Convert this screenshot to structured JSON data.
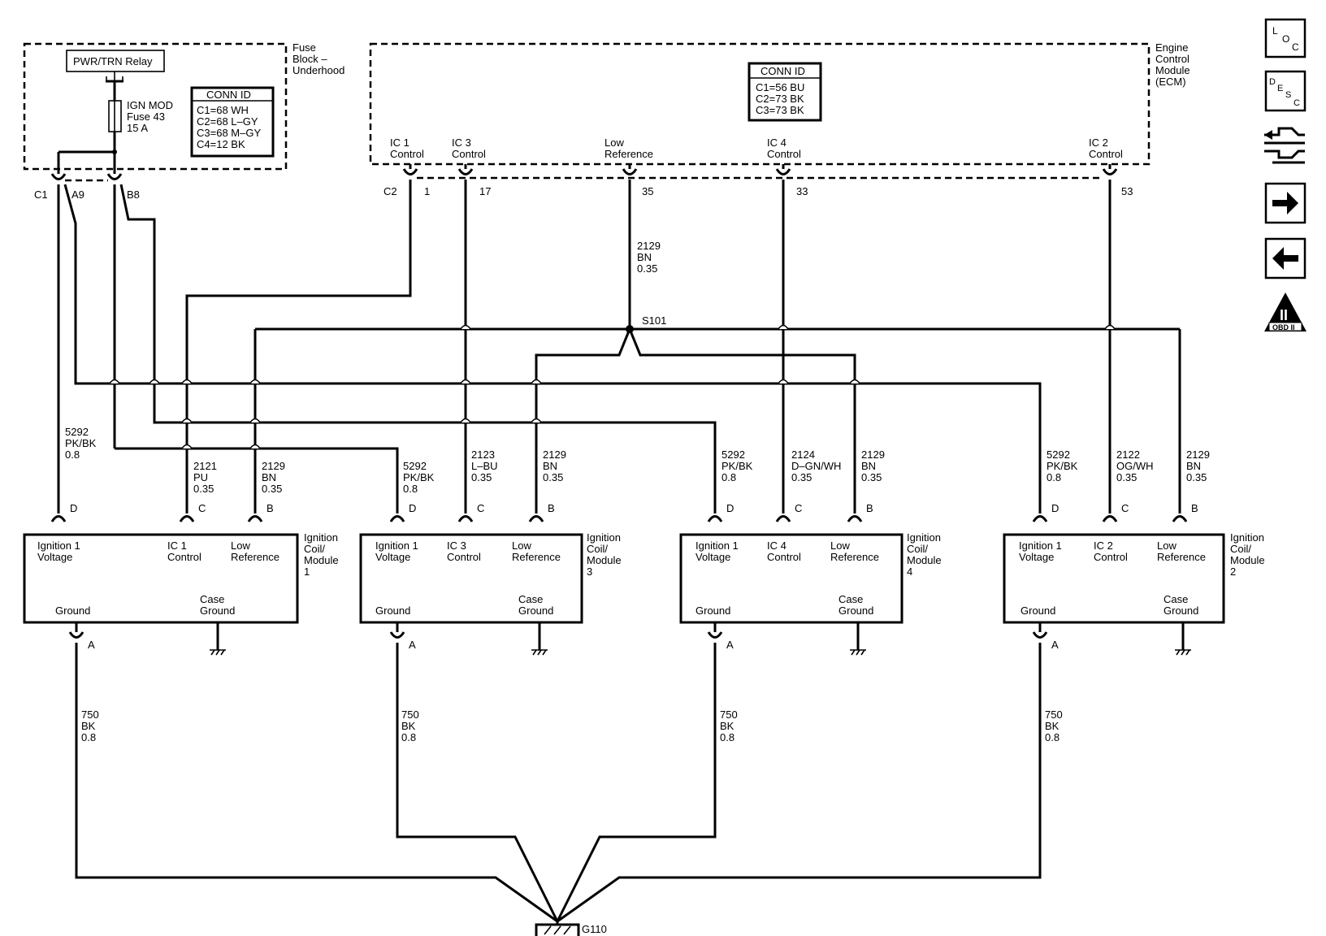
{
  "fuse_block": {
    "label": [
      "Fuse",
      "Block –",
      "Underhood"
    ],
    "relay": "PWR/TRN Relay",
    "fuse": [
      "IGN MOD",
      "Fuse 43",
      "15 A"
    ],
    "conn_title": "CONN ID",
    "conn_rows": [
      "C1=68 WH",
      "C2=68 L–GY",
      "C3=68 M–GY",
      "C4=12 BK"
    ],
    "pins": {
      "c1": "C1",
      "a9": "A9",
      "b8": "B8"
    }
  },
  "ecm": {
    "label": [
      "Engine",
      "Control",
      "Module",
      "(ECM)"
    ],
    "conn_title": "CONN ID",
    "conn_rows": [
      "C1=56 BU",
      "C2=73 BK",
      "C3=73 BK"
    ],
    "connector": "C2",
    "terminals": [
      {
        "name": [
          "IC 1",
          "Control"
        ],
        "pin": "1"
      },
      {
        "name": [
          "IC 3",
          "Control"
        ],
        "pin": "17"
      },
      {
        "name": [
          "Low",
          "Reference"
        ],
        "pin": "35"
      },
      {
        "name": [
          "IC 4",
          "Control"
        ],
        "pin": "33"
      },
      {
        "name": [
          "IC 2",
          "Control"
        ],
        "pin": "53"
      }
    ]
  },
  "low_ref_trunk": [
    "2129",
    "BN",
    "0.35"
  ],
  "splice": "S101",
  "coils": [
    {
      "title": [
        "Ignition",
        "Coil/",
        "Module",
        "1"
      ],
      "inputs": [
        [
          "Ignition 1",
          "Voltage"
        ],
        [
          "IC 1",
          "Control"
        ],
        [
          "Low",
          "Reference"
        ]
      ],
      "pins": [
        "D",
        "C",
        "B"
      ],
      "wires": [
        [
          "5292",
          "PK/BK",
          "0.8"
        ],
        [
          "2121",
          "PU",
          "0.35"
        ],
        [
          "2129",
          "BN",
          "0.35"
        ]
      ],
      "ground": "Ground",
      "case_ground": [
        "Case",
        "Ground"
      ],
      "ground_pin": "A"
    },
    {
      "title": [
        "Ignition",
        "Coil/",
        "Module",
        "3"
      ],
      "inputs": [
        [
          "Ignition 1",
          "Voltage"
        ],
        [
          "IC 3",
          "Control"
        ],
        [
          "Low",
          "Reference"
        ]
      ],
      "pins": [
        "D",
        "C",
        "B"
      ],
      "wires": [
        [
          "5292",
          "PK/BK",
          "0.8"
        ],
        [
          "2123",
          "L–BU",
          "0.35"
        ],
        [
          "2129",
          "BN",
          "0.35"
        ]
      ],
      "ground": "Ground",
      "case_ground": [
        "Case",
        "Ground"
      ],
      "ground_pin": "A"
    },
    {
      "title": [
        "Ignition",
        "Coil/",
        "Module",
        "4"
      ],
      "inputs": [
        [
          "Ignition 1",
          "Voltage"
        ],
        [
          "IC 4",
          "Control"
        ],
        [
          "Low",
          "Reference"
        ]
      ],
      "pins": [
        "D",
        "C",
        "B"
      ],
      "wires": [
        [
          "5292",
          "PK/BK",
          "0.8"
        ],
        [
          "2124",
          "D–GN/WH",
          "0.35"
        ],
        [
          "2129",
          "BN",
          "0.35"
        ]
      ],
      "ground": "Ground",
      "case_ground": [
        "Case",
        "Ground"
      ],
      "ground_pin": "A"
    },
    {
      "title": [
        "Ignition",
        "Coil/",
        "Module",
        "2"
      ],
      "inputs": [
        [
          "Ignition 1",
          "Voltage"
        ],
        [
          "IC 2",
          "Control"
        ],
        [
          "Low",
          "Reference"
        ]
      ],
      "pins": [
        "D",
        "C",
        "B"
      ],
      "wires": [
        [
          "5292",
          "PK/BK",
          "0.8"
        ],
        [
          "2122",
          "OG/WH",
          "0.35"
        ],
        [
          "2129",
          "BN",
          "0.35"
        ]
      ],
      "ground": "Ground",
      "case_ground": [
        "Case",
        "Ground"
      ],
      "ground_pin": "A"
    }
  ],
  "ground_wire": [
    "750",
    "BK",
    "0.8"
  ],
  "ground_point": "G110",
  "nav_icons": [
    {
      "name": "loc-icon",
      "letters": [
        "L",
        "O",
        "C"
      ]
    },
    {
      "name": "desc-icon",
      "letters": [
        "D",
        "E",
        "S",
        "C"
      ]
    },
    {
      "name": "connector-icon"
    },
    {
      "name": "next-arrow-icon"
    },
    {
      "name": "previous-arrow-icon"
    },
    {
      "name": "obd-ii-icon",
      "label": "OBD II",
      "numeral": "II"
    }
  ]
}
